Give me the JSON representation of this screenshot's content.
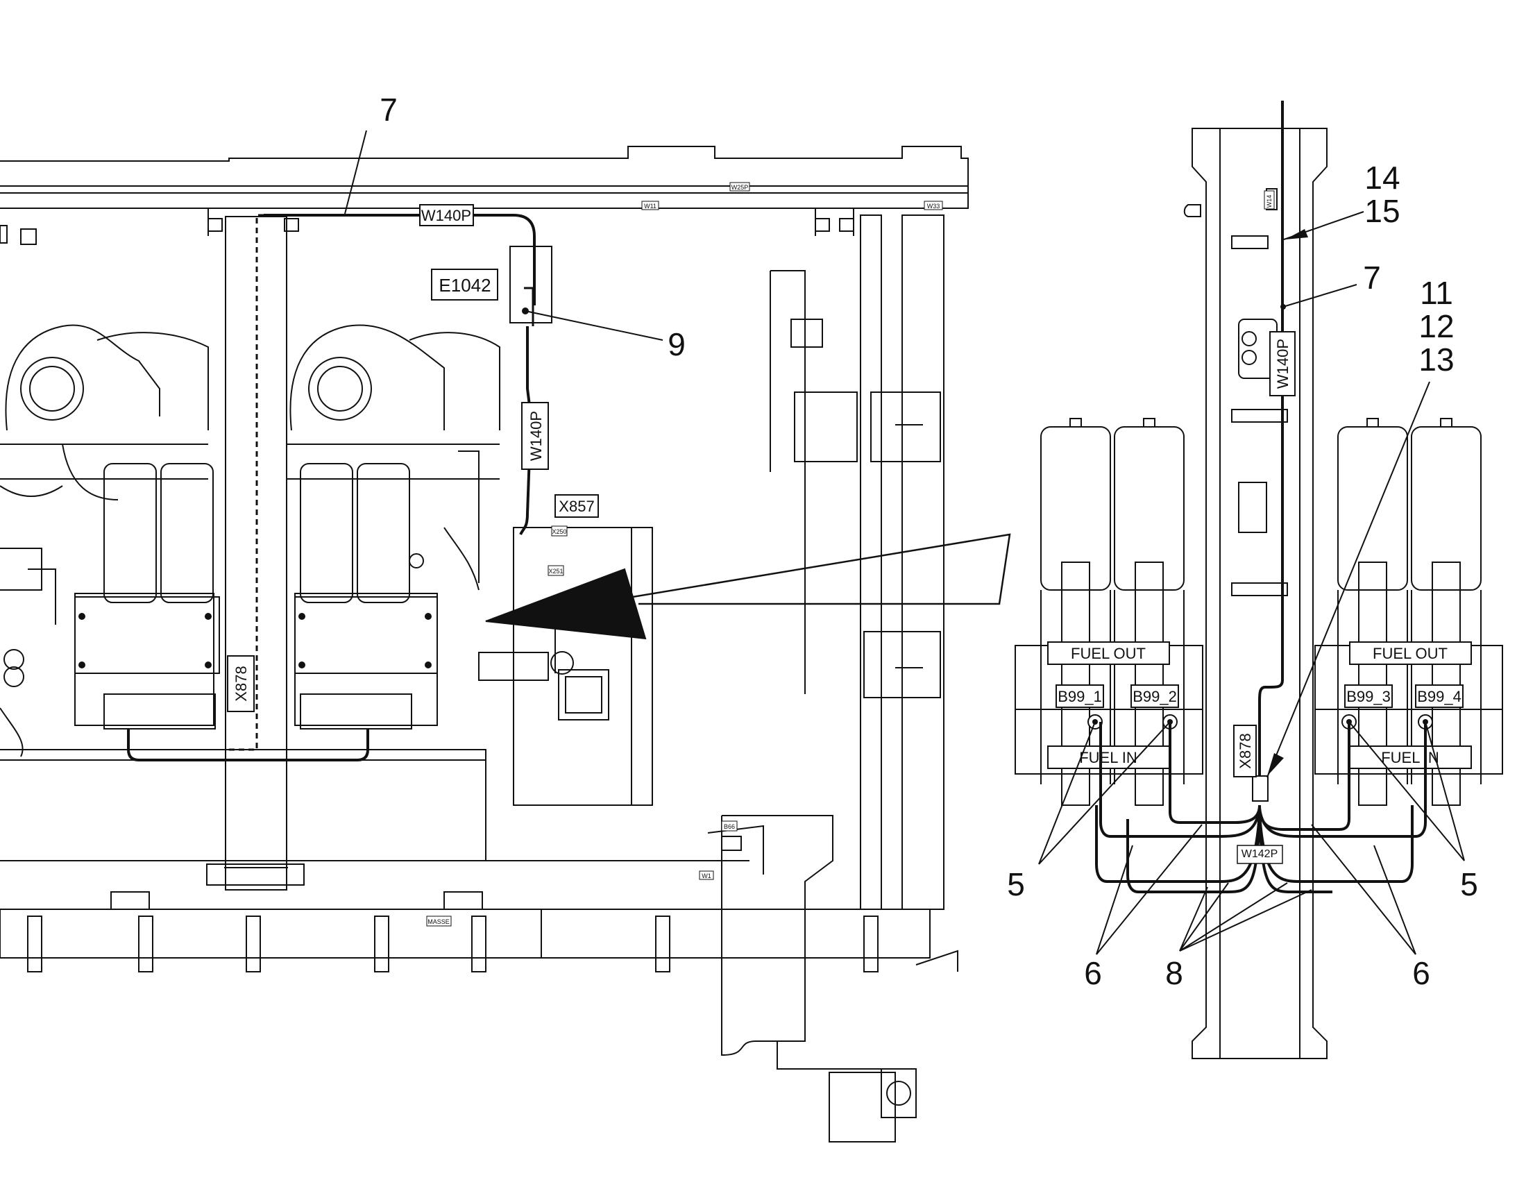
{
  "callouts": {
    "c7_left": "7",
    "c9": "9",
    "c14": "14",
    "c15": "15",
    "c7_right": "7",
    "c11": "11",
    "c12": "12",
    "c13": "13",
    "c5_left": "5",
    "c5_right": "5",
    "c6_left": "6",
    "c6_right": "6",
    "c8": "8"
  },
  "connectors": {
    "w140p_top": "W140P",
    "w140p_vertical": "W140P",
    "e1042": "E1042",
    "x857": "X857",
    "x878_left": "X878",
    "w140p_right": "W140P",
    "x878_right": "X878",
    "w142p": "W142P"
  },
  "filters": {
    "fuel_out_left": "FUEL OUT",
    "fuel_out_right": "FUEL OUT",
    "fuel_in_left": "FUEL IN",
    "fuel_in_right": "FUEL IN",
    "b99_1": "B99_1",
    "b99_2": "B99_2",
    "b99_3": "B99_3",
    "b99_4": "B99_4"
  },
  "tags": {
    "w11": "W11",
    "w25p": "W25P",
    "w33": "W33",
    "w14": "W14",
    "x250": "X250",
    "x251": "X251",
    "b66": "B66",
    "w1": "W1",
    "masse": "MASSE"
  }
}
